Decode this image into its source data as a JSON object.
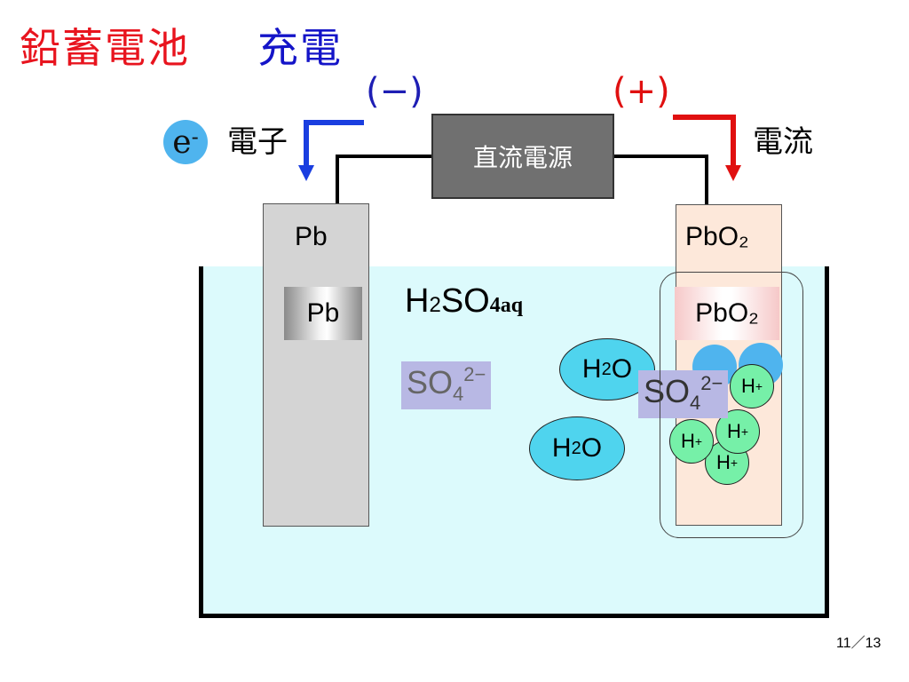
{
  "title": {
    "main": "鉛蓄電池",
    "mode": "充電"
  },
  "terminals": {
    "negative": "(−)",
    "positive": "(+)"
  },
  "electron_symbol": {
    "letter": "e",
    "charge": "-"
  },
  "labels": {
    "electron": "電子",
    "current": "電流"
  },
  "power_source": "直流電源",
  "electrodes": {
    "negative": {
      "top_label": "Pb",
      "plate_label": "Pb"
    },
    "positive": {
      "top_label": "PbO₂",
      "plate_label": "PbO₂"
    }
  },
  "electrolyte": {
    "h": "H",
    "h_sub": "2",
    "so": "SO",
    "so_sub": "4aq"
  },
  "ions": {
    "sulfate": {
      "base": "SO",
      "sub": "4",
      "charge": "2−"
    },
    "water": {
      "base": "H",
      "sub": "2",
      "tail": "O"
    },
    "hydrogen": {
      "base": "H",
      "charge": "+"
    }
  },
  "page_number": "11／13",
  "colors": {
    "title_red": "#e8141e",
    "title_blue": "#1414c8",
    "negative_wire": "#1a3ee0",
    "positive_wire": "#e01010",
    "solution": "#dcfafc",
    "h2o": "#4fd4ee",
    "hplus": "#76f0a8",
    "sulfate": "#b8b8e4"
  }
}
